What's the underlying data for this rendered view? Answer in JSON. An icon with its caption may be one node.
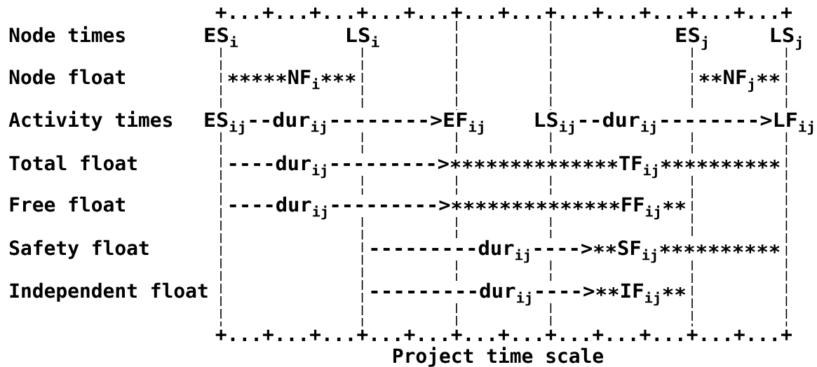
{
  "diagram": {
    "labels": [
      "+...+...+...+...+...+...+...+...+...+...+...+...+",
      "Node times",
      "ES$_{i}$",
      "LS$_{i}$",
      "ES$_{j}$",
      "LS$_{j}$",
      "Node float",
      "∗∗∗∗∗NF$_{i}$∗∗∗",
      "∗∗NF$_{j}$∗∗",
      "Activity times",
      "ES$_{ij}$--dur$_{ij}$-------->EF$_{ij}$",
      "LS$_{ij}$--dur$_{ij}$-------->LF$_{ij}$",
      "Total float",
      "----dur$_{ij}$--------->∗∗∗∗∗∗∗∗∗∗∗∗∗∗TF$_{ij}$∗∗∗∗∗∗∗∗∗∗",
      "Free float",
      "----dur$_{ij}$--------->∗∗∗∗∗∗∗∗∗∗∗∗∗∗FF$_{ij}$∗∗",
      "Safety float",
      "---------dur$_{ij}$---->∗∗SF$_{ij}$∗∗∗∗∗∗∗∗∗∗",
      "Independent float",
      "---------dur$_{ij}$---->∗∗IF$_{ij}$∗∗",
      "+...+...+...+...+...+...+...+...+...+...+...+...+",
      "Project time scale"
    ]
  }
}
